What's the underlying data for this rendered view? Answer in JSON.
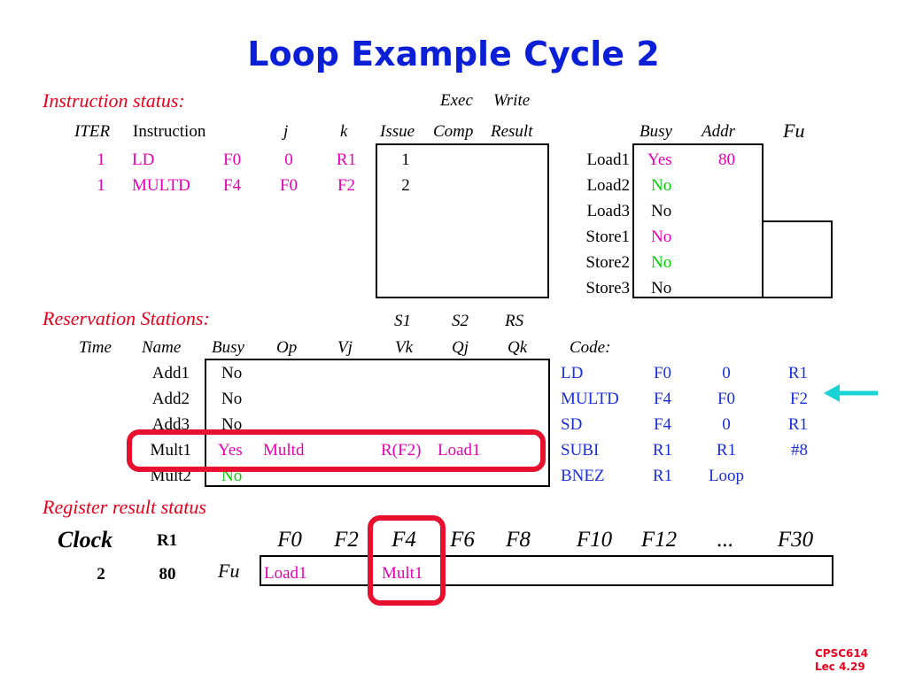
{
  "title": "Loop Example Cycle 2",
  "instruction_status": {
    "heading": "Instruction status:",
    "exec_label": "Exec",
    "write_label": "Write",
    "columns": {
      "iter": "ITER",
      "instruction": "Instruction",
      "j": "j",
      "k": "k",
      "issue": "Issue",
      "comp": "Comp",
      "result": "Result"
    },
    "rows": [
      {
        "iter": "1",
        "op": "LD",
        "dest": "F0",
        "j": "0",
        "k": "R1",
        "issue": "1"
      },
      {
        "iter": "1",
        "op": "MULTD",
        "dest": "F4",
        "j": "F0",
        "k": "F2",
        "issue": "2"
      }
    ]
  },
  "load_store_buffers": {
    "columns": {
      "busy": "Busy",
      "addr": "Addr",
      "fu": "Fu"
    },
    "rows": [
      {
        "name": "Load1",
        "busy": "Yes",
        "addr": "80"
      },
      {
        "name": "Load2",
        "busy": "No",
        "addr": ""
      },
      {
        "name": "Load3",
        "busy": "No",
        "addr": ""
      },
      {
        "name": "Store1",
        "busy": "No",
        "addr": ""
      },
      {
        "name": "Store2",
        "busy": "No",
        "addr": ""
      },
      {
        "name": "Store3",
        "busy": "No",
        "addr": ""
      }
    ]
  },
  "reservation_stations": {
    "heading": "Reservation Stations:",
    "top_labels": {
      "s1": "S1",
      "s2": "S2",
      "rs": "RS"
    },
    "columns": {
      "time": "Time",
      "name": "Name",
      "busy": "Busy",
      "op": "Op",
      "vj": "Vj",
      "vk": "Vk",
      "qj": "Qj",
      "qk": "Qk"
    },
    "rows": [
      {
        "name": "Add1",
        "busy": "No",
        "op": "",
        "vk": "",
        "qj": ""
      },
      {
        "name": "Add2",
        "busy": "No",
        "op": "",
        "vk": "",
        "qj": ""
      },
      {
        "name": "Add3",
        "busy": "No",
        "op": "",
        "vk": "",
        "qj": ""
      },
      {
        "name": "Mult1",
        "busy": "Yes",
        "op": "Multd",
        "vk": "R(F2)",
        "qj": "Load1"
      },
      {
        "name": "Mult2",
        "busy": "No",
        "op": "",
        "vk": "",
        "qj": ""
      }
    ]
  },
  "code": {
    "label": "Code:",
    "lines": [
      {
        "op": "LD",
        "a": "F0",
        "b": "0",
        "c": "R1"
      },
      {
        "op": "MULTD",
        "a": "F4",
        "b": "F0",
        "c": "F2"
      },
      {
        "op": "SD",
        "a": "F4",
        "b": "0",
        "c": "R1"
      },
      {
        "op": "SUBI",
        "a": "R1",
        "b": "R1",
        "c": "#8"
      },
      {
        "op": "BNEZ",
        "a": "R1",
        "b": "Loop",
        "c": ""
      }
    ]
  },
  "register_status": {
    "heading": "Register result status",
    "clock_label": "Clock",
    "r1_label": "R1",
    "clock_value": "2",
    "r1_value": "80",
    "fu_label": "Fu",
    "registers": [
      "F0",
      "F2",
      "F4",
      "F6",
      "F8",
      "F10",
      "F12",
      "...",
      "F30"
    ],
    "fu_values": [
      "Load1",
      "",
      "Mult1",
      "",
      "",
      "",
      "",
      "",
      ""
    ]
  },
  "footer": {
    "line1": "CPSC614",
    "line2": "Lec 4.29"
  },
  "colors": {
    "title": "#0b1fd6",
    "section": "#e8001c",
    "issued": "#e600b4",
    "changed": "#00d000",
    "code": "#1a2fd8",
    "highlight": "#e8102f",
    "arrow": "#17d3d3"
  }
}
